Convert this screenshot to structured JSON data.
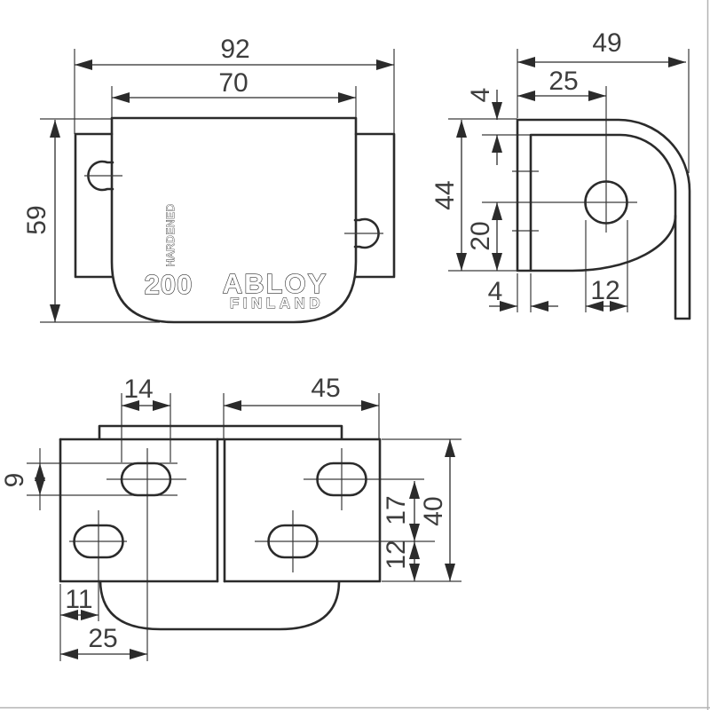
{
  "branding": {
    "model": "200",
    "brand": "ABLOY",
    "country": "FINLAND",
    "stamp": "HARDENED"
  },
  "views": {
    "front": {
      "dims": {
        "overall_width": "92",
        "body_width": "70",
        "height": "59"
      }
    },
    "side": {
      "dims": {
        "overall_depth": "49",
        "hole_center_from_face": "25",
        "top_plate_thickness": "4",
        "height": "44",
        "hole_center_height": "20",
        "bottom_plate_thickness": "4",
        "hole_diameter": "12"
      }
    },
    "bottom": {
      "dims": {
        "slot_width": "14",
        "right_plate_width": "45",
        "slot_height": "9",
        "hole_row_spacing": "17",
        "plate_depth": "40",
        "lower_row_to_edge": "12",
        "lower_slot_from_edge": "11",
        "upper_slot_from_edge": "25"
      }
    }
  },
  "colors": {
    "line": "#2b2b2b",
    "dim_text": "#3d3d3d",
    "background": "#ffffff"
  }
}
